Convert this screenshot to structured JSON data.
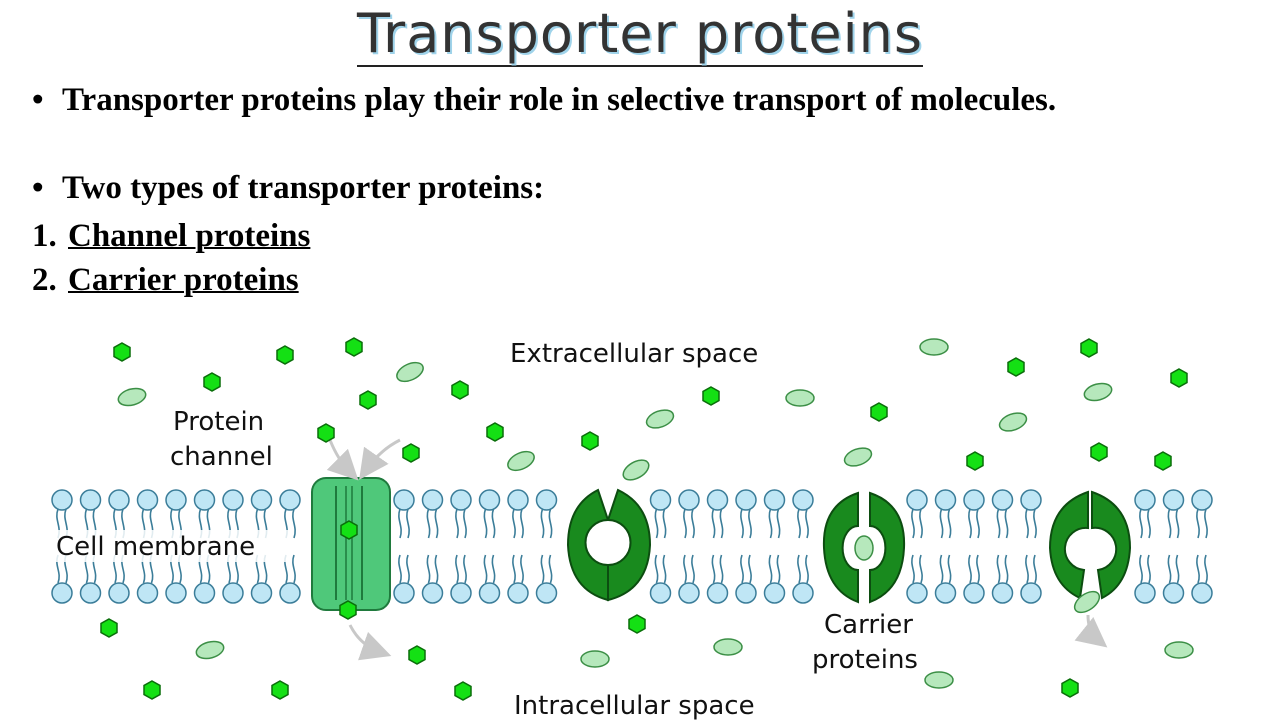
{
  "title": "Transporter proteins",
  "bullets": {
    "b1": "Transporter proteins play their role in selective transport of molecules.",
    "b2": "Two types of transporter proteins:",
    "n1": "1.",
    "l1": "Channel proteins",
    "n2": "2.",
    "l2": "Carrier proteins"
  },
  "diagram": {
    "extracellular": "Extracellular space",
    "intracellular": "Intracellular space",
    "protein_channel_1": "Protein",
    "protein_channel_2": "channel",
    "cell_membrane": "Cell membrane",
    "carrier_1": "Carrier",
    "carrier_2": "proteins"
  },
  "colors": {
    "lipid_head": "#bfe6f5",
    "channel": "#4fc87a",
    "carrier": "#198a1e",
    "molecule_hex": "#14e014",
    "molecule_oval": "#b6e8bc"
  }
}
